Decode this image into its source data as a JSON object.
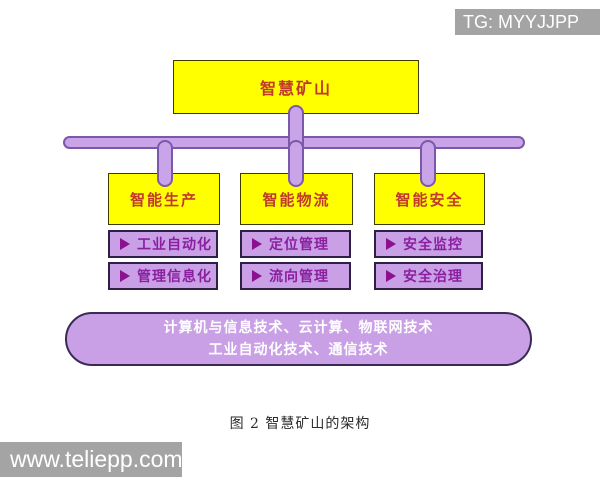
{
  "watermarks": {
    "top_right": "TG: MYYJJPP",
    "bottom_left": "www.teliepp.com"
  },
  "diagram": {
    "root": {
      "label": "智慧矿山"
    },
    "columns": [
      {
        "header": "智能生产",
        "items": [
          {
            "label": "工业自动化"
          },
          {
            "label": "管理信息化"
          }
        ]
      },
      {
        "header": "智能物流",
        "items": [
          {
            "label": "定位管理"
          },
          {
            "label": "流向管理"
          }
        ]
      },
      {
        "header": "智能安全",
        "items": [
          {
            "label": "安全监控"
          },
          {
            "label": "安全治理"
          }
        ]
      }
    ],
    "foundation": {
      "line1": "计算机与信息技术、云计算、物联网技术",
      "line2": "工业自动化技术、通信技术"
    },
    "caption": "图 2  智慧矿山的架构"
  },
  "colors": {
    "node_fill": "#ffff00",
    "node_text": "#c0392b",
    "item_fill": "#c9a0e6",
    "item_text": "#8b1fa0",
    "connector_fill": "#c9a4e8",
    "connector_border": "#7b58a8",
    "watermark_bar": "#a4a4a4"
  }
}
